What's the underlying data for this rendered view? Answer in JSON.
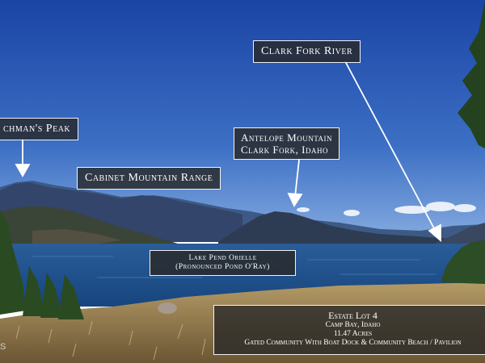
{
  "labels": {
    "clark_fork_river": "Clark Fork River",
    "peak_partial": "chman's Peak",
    "cabinet_range": "Cabinet Mountain Range",
    "antelope_line1": "Antelope Mountain",
    "antelope_line2": "Clark Fork, Idaho",
    "lake_line1": "Lake Pend Orielle",
    "lake_line2": "(Pronounced Pond O'Ray)"
  },
  "estate": {
    "title": "Estate Lot 4",
    "location": "Camp Bay, Idaho",
    "acreage": "11.47 Acres",
    "description": "Gated Community With Boat Dock & Community Beach / Pavilion"
  },
  "watermark": "S",
  "colors": {
    "sky_top": "#1c47a8",
    "sky_bottom": "#6f9ad6",
    "lake": "#1d4f8c",
    "label_bg": "#282828",
    "label_border": "#f2f2f2",
    "arrow": "#ffffff"
  }
}
